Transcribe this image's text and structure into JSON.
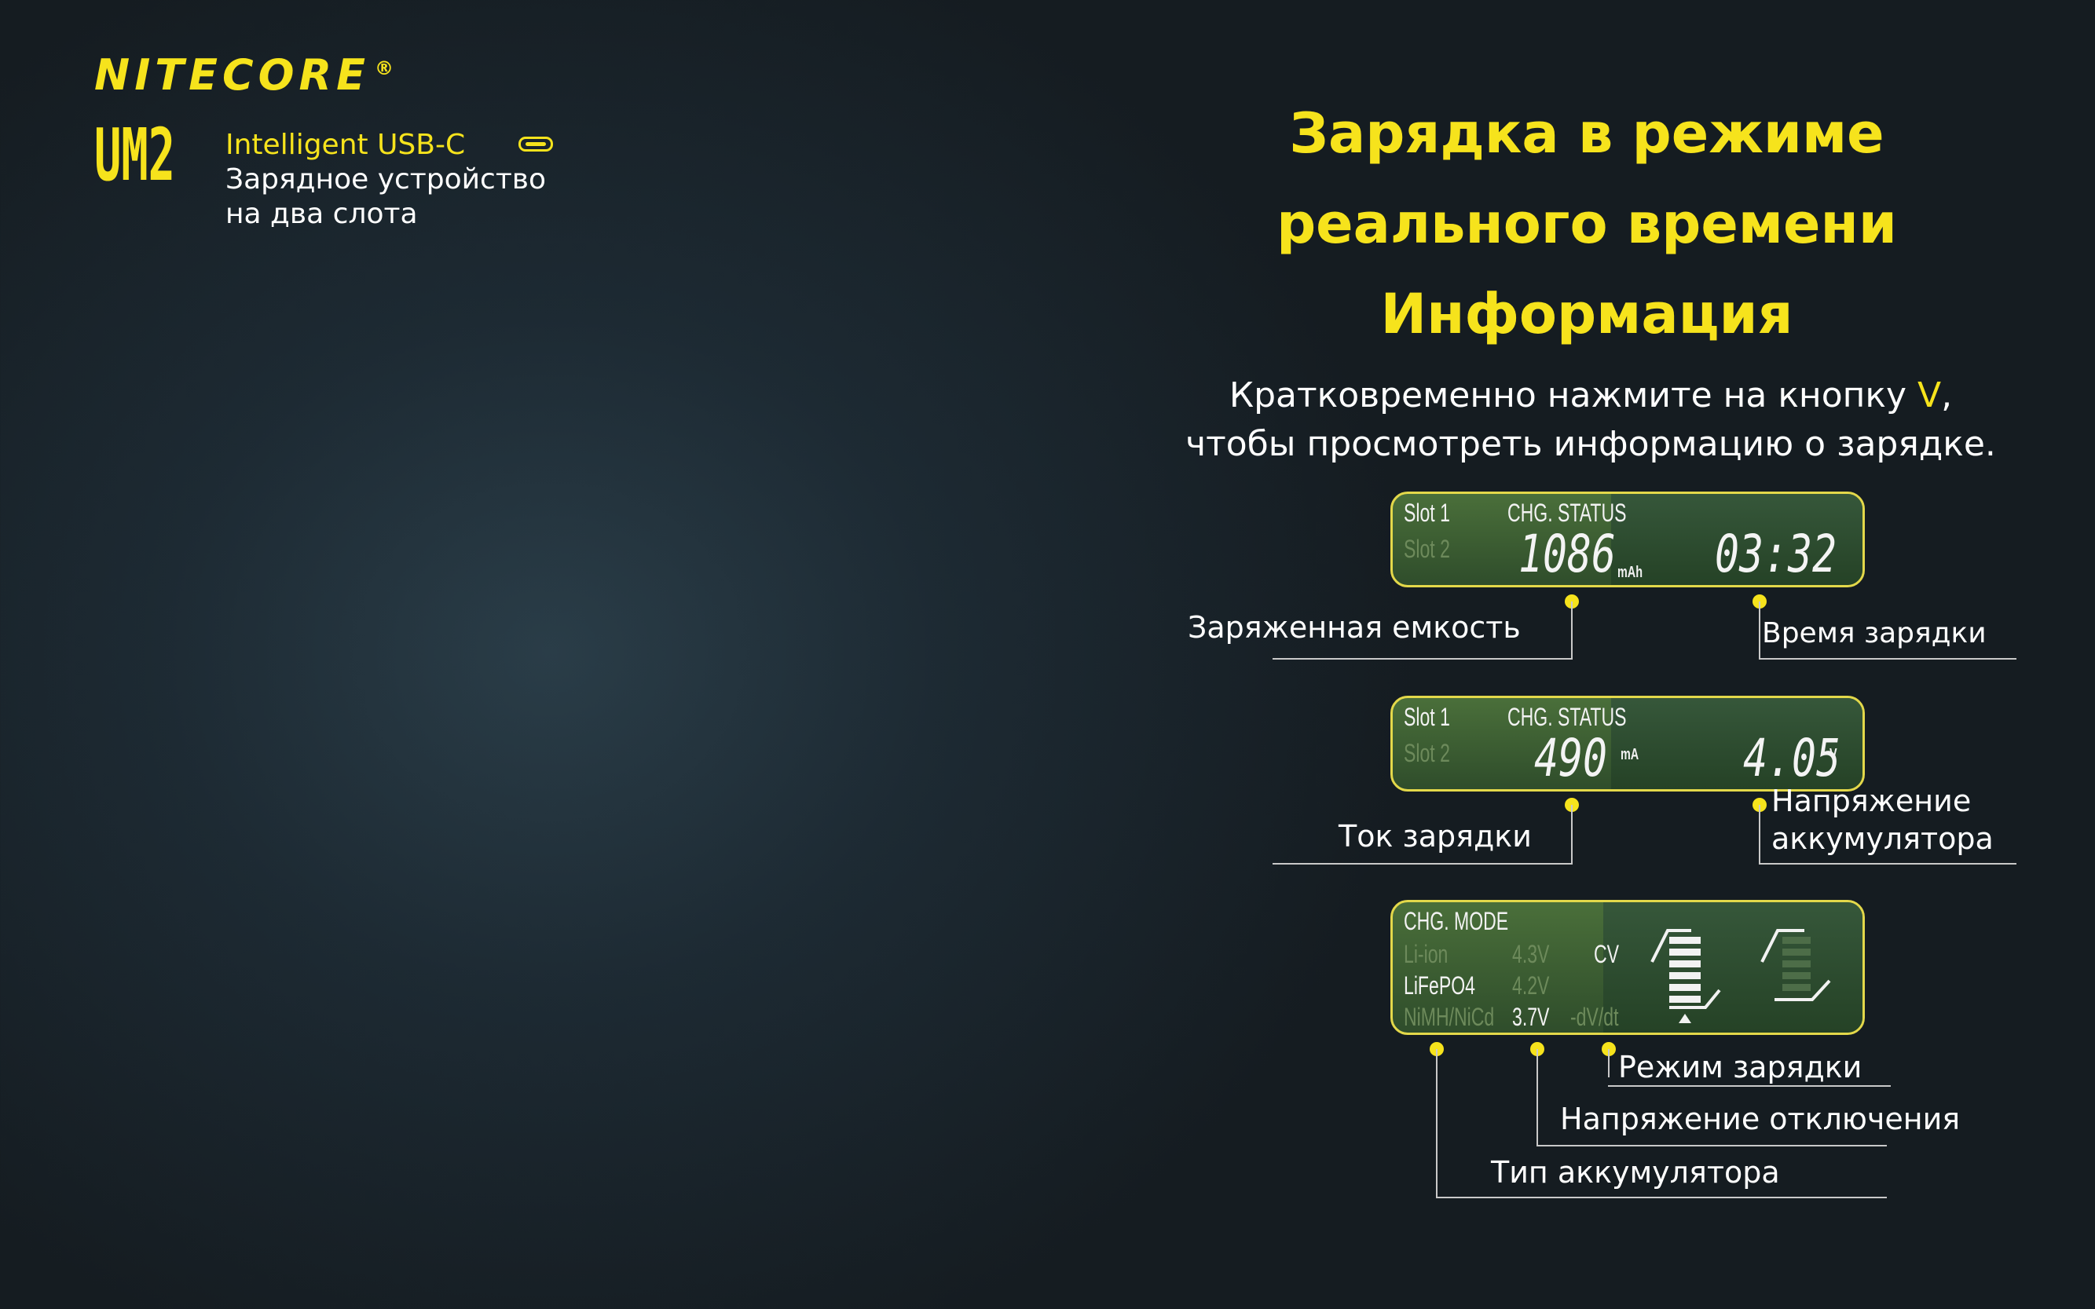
{
  "brand": {
    "name": "NITECORE",
    "registered": "®",
    "model": "UM2",
    "line1": "Intelligent USB-C",
    "line2": "Зарядное устройство",
    "line3": "на два слота",
    "accent_color": "#f6e31c"
  },
  "heading": {
    "line1": "Зарядка в режиме",
    "line2": "реального времени",
    "line3": "Информация"
  },
  "description": {
    "line1_a": "Кратковременно нажмите на кнопку ",
    "line1_key": "V",
    "line1_b": ",",
    "line2": "чтобы просмотреть информацию о зарядке."
  },
  "lcd1": {
    "slot1": "Slot 1",
    "slot2": "Slot 2",
    "status": "CHG. STATUS",
    "value": "1086",
    "unit": "mAh",
    "time": "03:32"
  },
  "lcd2": {
    "slot1": "Slot 1",
    "slot2": "Slot 2",
    "status": "CHG. STATUS",
    "value": "490",
    "unit": "mA",
    "voltage": "4.05",
    "vunit": "V"
  },
  "lcd3": {
    "mode": "CHG. MODE",
    "liion": "Li-ion",
    "lifepo4": "LiFePO4",
    "nimh": "NiMH/NiCd",
    "v1": "4.3V",
    "v2": "4.2V",
    "v3": "3.7V",
    "cv": "CV",
    "dv": "-dV/dt"
  },
  "callouts": {
    "capacity": "Заряженная емкость",
    "time": "Время зарядки",
    "current": "Ток зарядки",
    "voltage_l1": "Напряжение",
    "voltage_l2": "аккумулятора",
    "mode": "Режим зарядки",
    "cutoff": "Напряжение отключения",
    "type": "Тип аккумулятора"
  }
}
